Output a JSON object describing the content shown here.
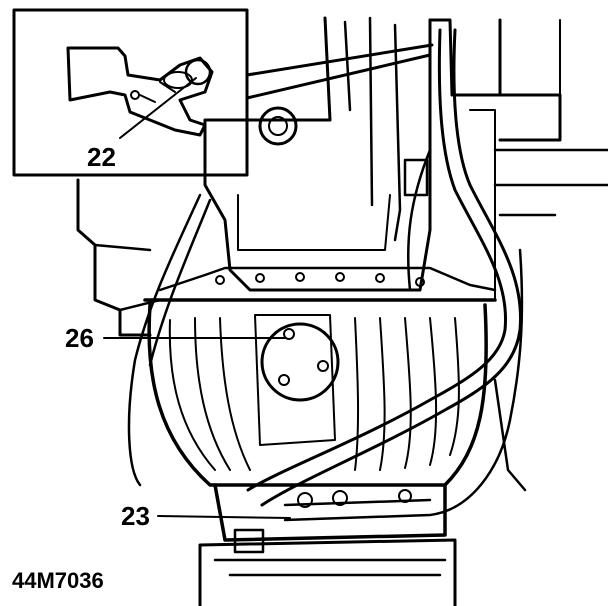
{
  "figure": {
    "id": "44M7036",
    "callouts": [
      {
        "number": "22",
        "part": "inset-bracket"
      },
      {
        "number": "26",
        "part": "round-cover-plate"
      },
      {
        "number": "23",
        "part": "pipe-union"
      }
    ]
  },
  "colors": {
    "ink": "#000000",
    "paper": "#ffffff"
  }
}
